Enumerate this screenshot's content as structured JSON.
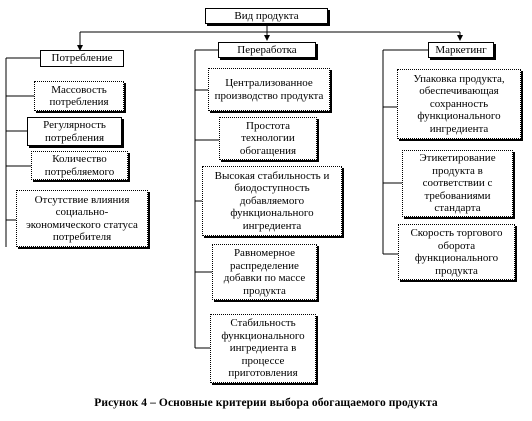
{
  "diagram": {
    "root": "Вид продукта",
    "columns": {
      "consumption": {
        "title": "Потребление",
        "items": [
          "Массовость потребления",
          "Регулярность потребления",
          "Количество потребляемого",
          "Отсутствие влияния социально-экономического статуса потребителя"
        ]
      },
      "processing": {
        "title": "Переработка",
        "items": [
          "Централизованное производство продукта",
          "Простота технологии обогащения",
          "Высокая стабильность и биодоступность добавляемого функционального ингредиента",
          "Равномерное распределение добавки по массе продукта",
          "Стабильность функционального ингредиента в процессе приготовления"
        ]
      },
      "marketing": {
        "title": "Маркетинг",
        "items": [
          "Упаковка продукта, обеспечивающая сохранность функционального ингредиента",
          "Этикетирование продукта в соответствии с требованиями стандарта",
          "Скорость торгового оборота функционального продукта"
        ]
      }
    },
    "caption": "Рисунок 4 – Основные критерии выбора обогащаемого продукта"
  }
}
